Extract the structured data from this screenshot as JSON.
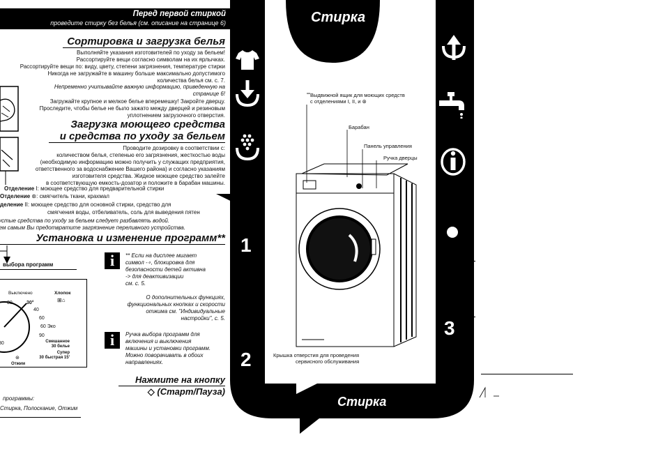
{
  "header": {
    "title": "Перед первой стиркой",
    "subtitle": "проведите стирку без белья (см. описание на странице 6)"
  },
  "sorting": {
    "heading": "Сортировка и загрузка белья",
    "lines": [
      "Выполняйте указания изготовителей по уходу за бельем!",
      "Рассортируйте вещи согласно символам на их ярлычках.",
      "Рассортируйте вещи по: виду, цвету, степени загрязнения, температуре стирки",
      "Никогда не загружайте в машину больше максимально допустимого",
      "количества белья см. с. 7."
    ],
    "note": [
      "Непременно учитывайте важную информацию, приведенную на",
      "странице 6!"
    ],
    "lines2": [
      "Загружайте крупное и мелкое белье вперемешку! Закройте дверцу.",
      "Проследите, чтобы белье не было зажато между дверцей и резиновым",
      "уплотнением загрузочного отверстия."
    ]
  },
  "detergent": {
    "heading_line1": "Загрузка моющего средства",
    "heading_line2": "и средства по уходу за бельем",
    "lines": [
      "Проводите дозировку в соответствии с:",
      "количеством белья, степенью его загрязнения, жесткостью воды",
      "(необходимую информацию можно получить у служащих предприятия,",
      "ответственного за водоснабжение Вашего района) и согласно указаниям",
      "изготовителя средства. Жидкое моющее средство залейте",
      "в соответствующую емкость-дозатор и положите в барабан машины."
    ],
    "compartments": [
      {
        "label": "Отделение",
        "text": "I: моющее средство для предварительной стирки"
      },
      {
        "label": "Отделение",
        "text": "⊛: смягчитель ткани, крахмал"
      },
      {
        "label": "Отделение",
        "text": "II: моющее средство для основной стирки, средство для"
      }
    ],
    "compartment_cont": "смягчения воды, отбеливатель, соль для выведения пятен",
    "italic_note": [
      "Густые средства по уходу за бельем следует разбавлять водой.",
      "Тем самым Вы предотвратите загрязнение переливного устройства."
    ]
  },
  "programs": {
    "heading": "Установка и изменение программ**",
    "selector_label": "выбора программ",
    "dial": {
      "off": "Выключено",
      "cotton": "Хлопок",
      "temps": [
        "30",
        "30°",
        "40",
        "60",
        "60 Эко",
        "90"
      ],
      "mixed": "Смешанное",
      "mixed_sub": "30 белье",
      "super": "Супер",
      "super_sub": "30 быстрая 15'",
      "spin": "Отжим",
      "left_30": "30"
    },
    "info1": [
      "** Если на дисплее мигает",
      "символ -∘, блокировка для",
      "безопасности детей активна",
      "-> для деактивизации",
      "см. с. 5."
    ],
    "info2": [
      "О дополнительных функциях,",
      "функциональных кнопках и скорости",
      "отжима см. \"Индивидуальные",
      "настройки\", с. 5."
    ],
    "info3": [
      "Ручка выбора программ для",
      "включения и выключения",
      "машины и установки программ.",
      "Можно поворачивать в обоих",
      "направлениях."
    ]
  },
  "start": {
    "line1": "Нажмите на кнопку",
    "line2": "(Старт/Пауза)",
    "programs_label": "программы:",
    "programs_list": "Стирка, Полоскание, Отжим"
  },
  "flow": {
    "top_title": "Стирка",
    "bottom_title": "Стирка",
    "step1": "1",
    "step2": "2",
    "step3": "3"
  },
  "machine": {
    "callout_drawer": [
      "Выдвижной ящик для моющих средств",
      "с отделениями I, II, и ⊛"
    ],
    "callout_drum": "Барабан",
    "callout_panel": "Панель управления",
    "callout_handle": "Ручка дверцы",
    "callout_service": [
      "Крышка отверстия для проведения",
      "сервисного обслуживания"
    ]
  },
  "icons": {
    "shirt": "shirt-icon",
    "load": "load-arrow-icon",
    "detergent": "detergent-dots-icon",
    "unload": "unload-arrow-icon",
    "tap": "water-tap-icon",
    "info": "info-icon",
    "dot": "dot-icon",
    "start": "start-pause-icon"
  },
  "colors": {
    "ink": "#000000",
    "paper": "#ffffff"
  }
}
